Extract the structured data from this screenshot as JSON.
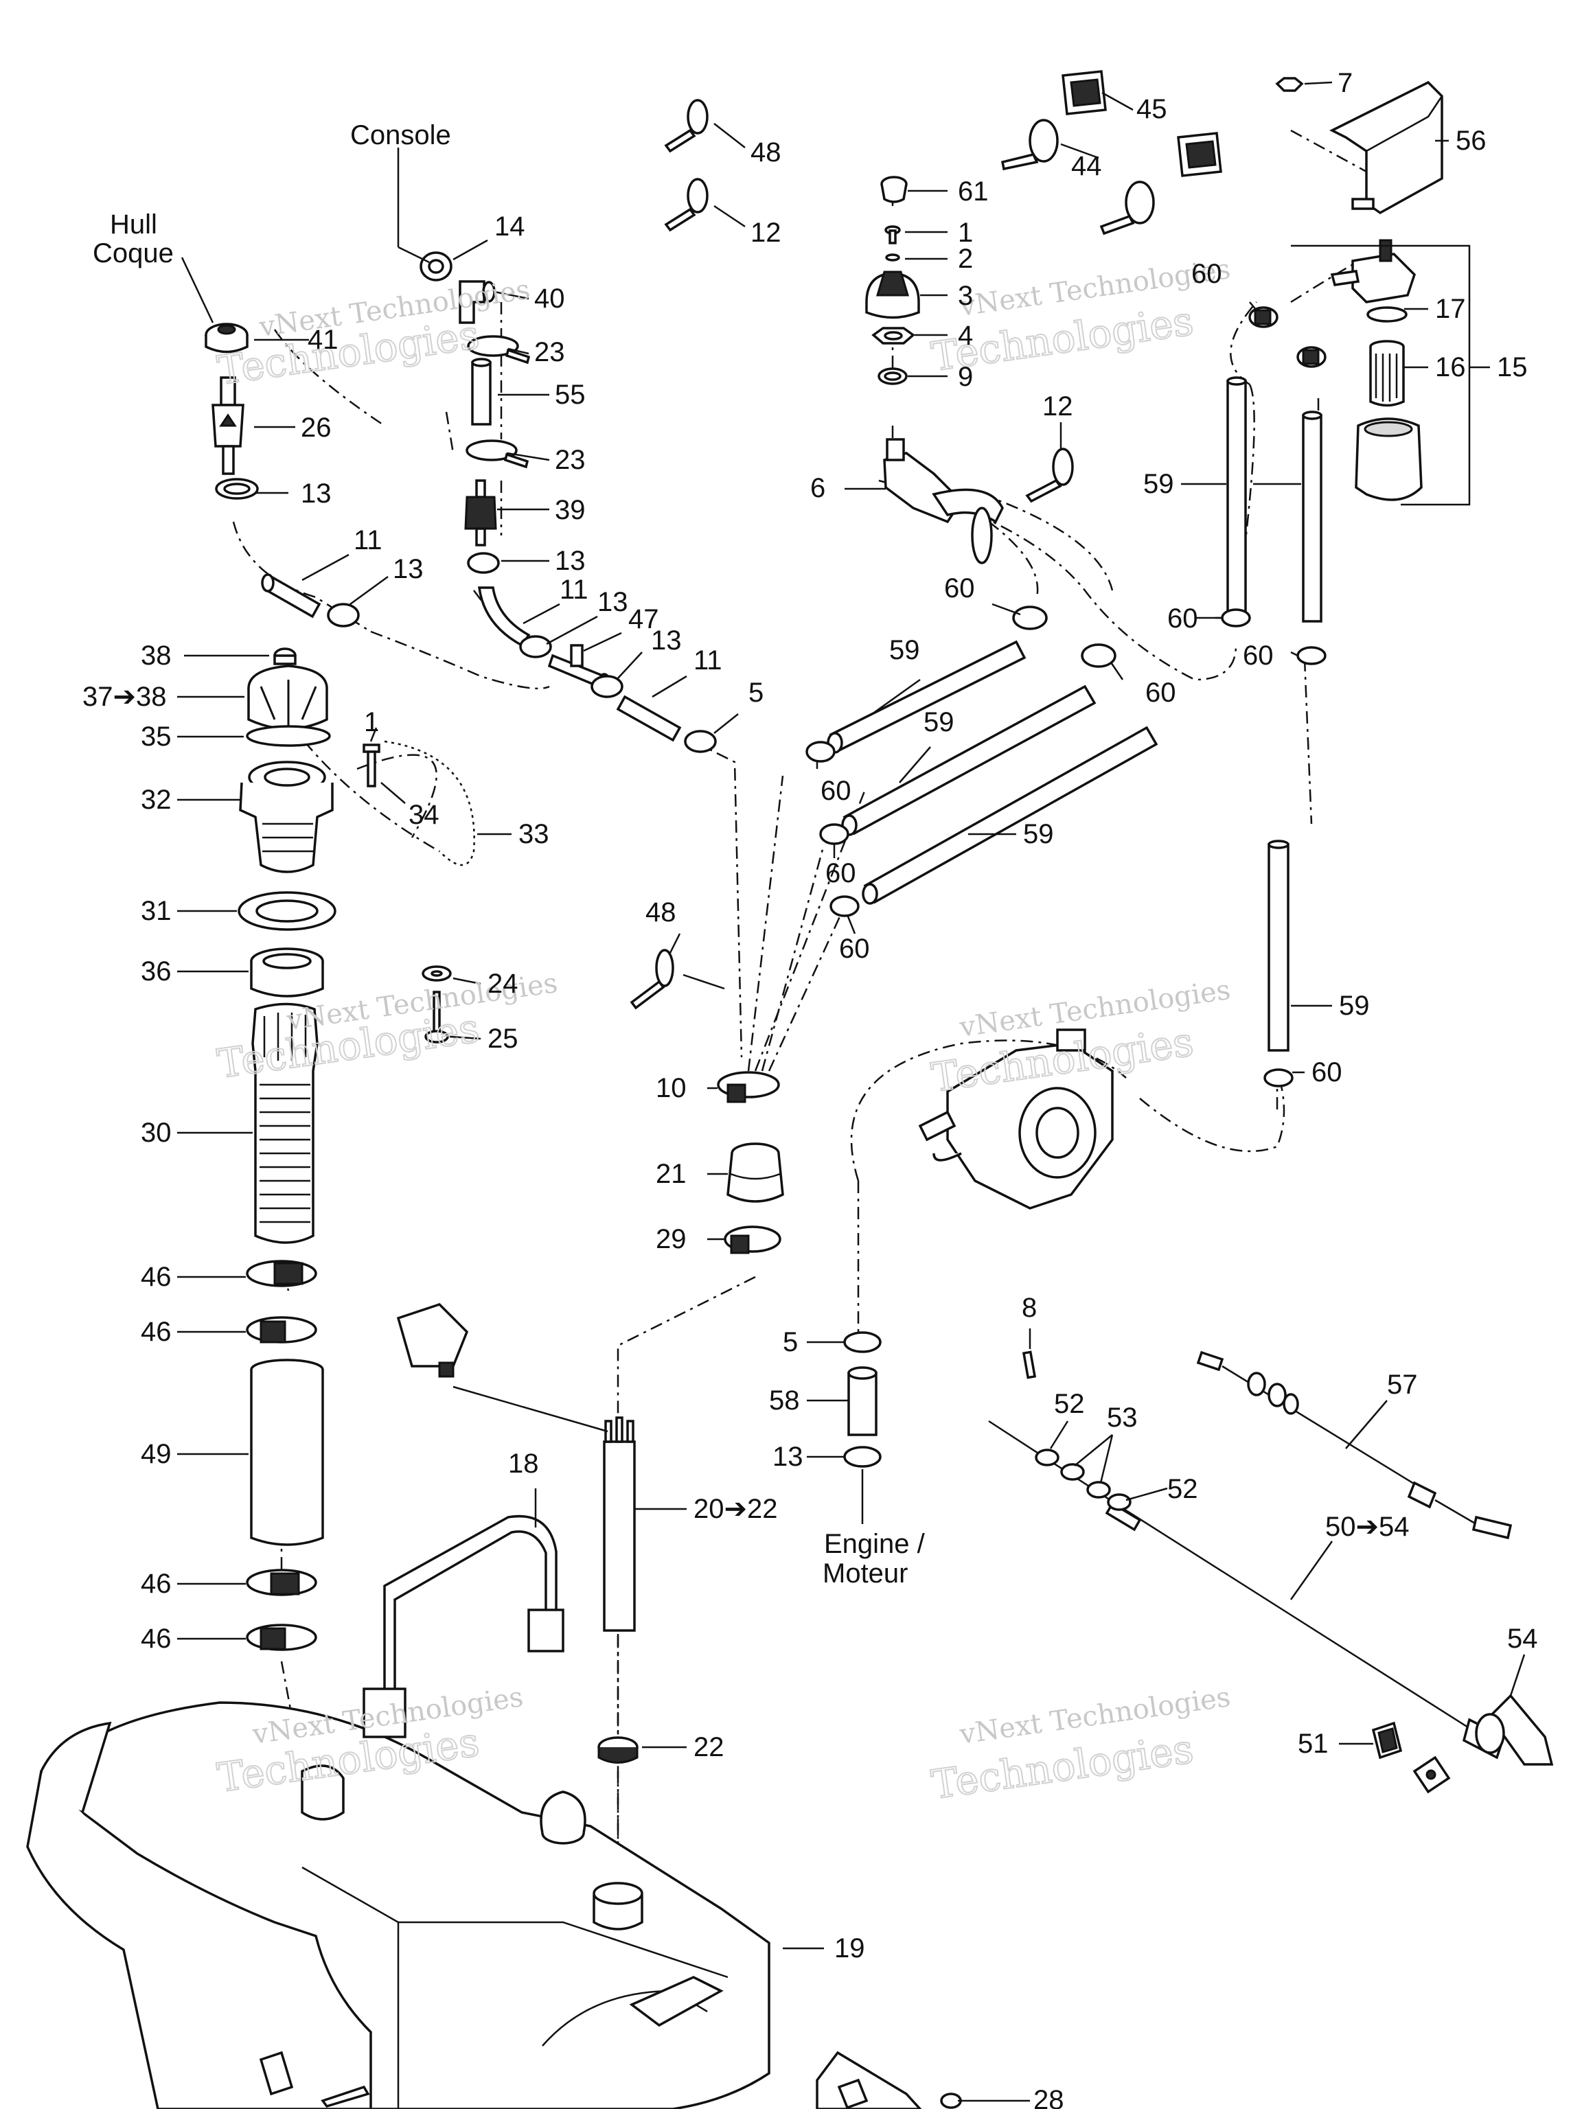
{
  "labels": {
    "console": "Console",
    "hull_en": "Hull",
    "hull_fr": "Coque",
    "engine_en": "Engine /",
    "engine_fr": "Moteur"
  },
  "watermark": {
    "line1": "vNext Technologies",
    "outline": "Technologies"
  },
  "callouts": {
    "c1": "1",
    "c1b": "1",
    "c2": "2",
    "c3": "3",
    "c4": "4",
    "c5": "5",
    "c5b": "5",
    "c6": "6",
    "c7": "7",
    "c8": "8",
    "c9": "9",
    "c10": "10",
    "c11a": "11",
    "c11b": "11",
    "c11c": "11",
    "c12a": "12",
    "c12b": "12",
    "c13a": "13",
    "c13b": "13",
    "c13c": "13",
    "c13d": "13",
    "c13e": "13",
    "c13f": "13",
    "c14": "14",
    "c15": "15",
    "c16": "16",
    "c17": "17",
    "c18": "18",
    "c19": "19",
    "c20_22": "20➔22",
    "c21": "21",
    "c22": "22",
    "c23a": "23",
    "c23b": "23",
    "c24": "24",
    "c25": "25",
    "c26": "26",
    "c28": "28",
    "c29": "29",
    "c30": "30",
    "c31": "31",
    "c32": "32",
    "c33": "33",
    "c34": "34",
    "c35": "35",
    "c36": "36",
    "c37_38": "37➔38",
    "c38": "38",
    "c39": "39",
    "c40": "40",
    "c41": "41",
    "c44": "44",
    "c45": "45",
    "c46a": "46",
    "c46b": "46",
    "c46c": "46",
    "c46d": "46",
    "c47": "47",
    "c48a": "48",
    "c48b": "48",
    "c49": "49",
    "c50_54": "50➔54",
    "c51": "51",
    "c52a": "52",
    "c52b": "52",
    "c53": "53",
    "c54": "54",
    "c55": "55",
    "c56": "56",
    "c57": "57",
    "c58": "58",
    "c59a": "59",
    "c59b": "59",
    "c59c": "59",
    "c59d": "59",
    "c59e": "59",
    "c60a": "60",
    "c60b": "60",
    "c60c": "60",
    "c60d": "60",
    "c60e": "60",
    "c60f": "60",
    "c60g": "60",
    "c60h": "60",
    "c60i": "60",
    "c61": "61"
  }
}
